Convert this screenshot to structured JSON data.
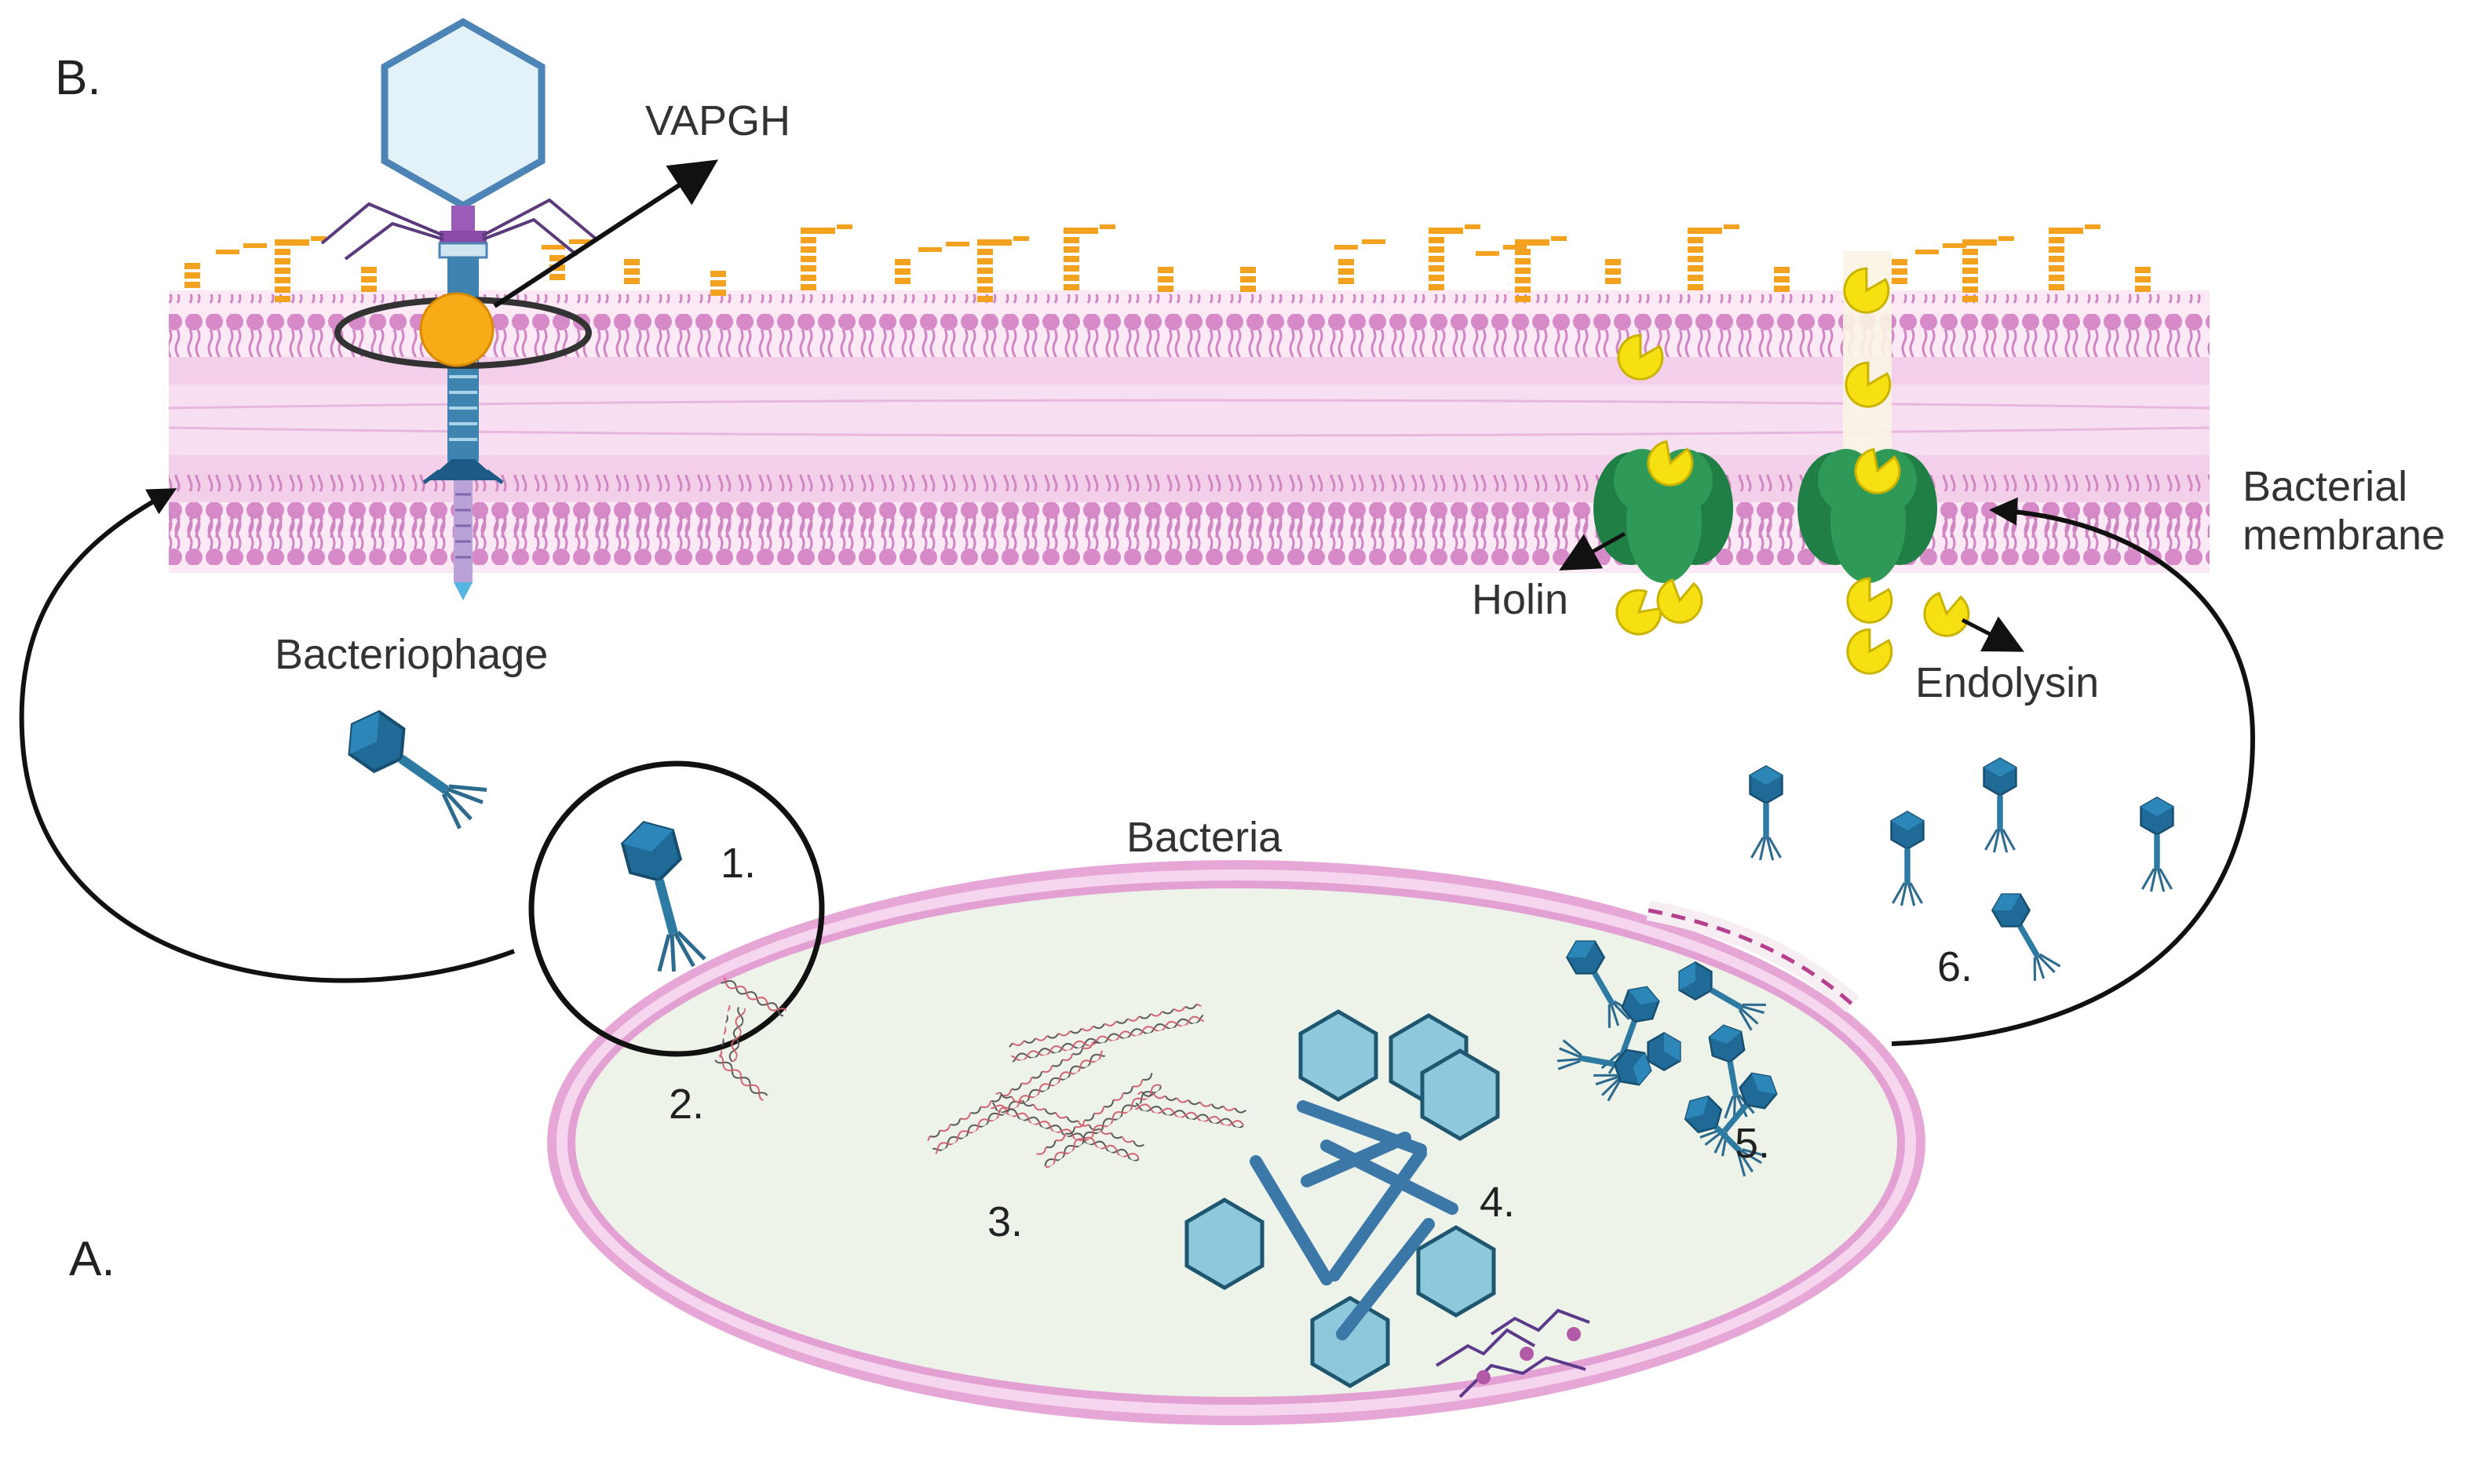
{
  "panels": {
    "a": "A.",
    "b": "B."
  },
  "labels": {
    "vapgh": "VAPGH",
    "bacteriophage": "Bacteriophage",
    "bacteria": "Bacteria",
    "holin": "Holin",
    "endolysin": "Endolysin",
    "membrane_line1": "Bacterial",
    "membrane_line2": "membrane"
  },
  "steps": [
    "1.",
    "2.",
    "3.",
    "4.",
    "5.",
    "6."
  ],
  "colors": {
    "membrane": "#d988c8",
    "membrane_light": "#f6dcef",
    "glycan": "#f5a623",
    "phage_blue": "#2b6f95",
    "capsid_light": "#8ec8dd",
    "holin_green": "#1f8a4c",
    "endolysin_yellow": "#f5dd0c",
    "cell_fill": "#eef3ea",
    "cell_wall": "#e7a7d6",
    "arrow": "#111111"
  }
}
